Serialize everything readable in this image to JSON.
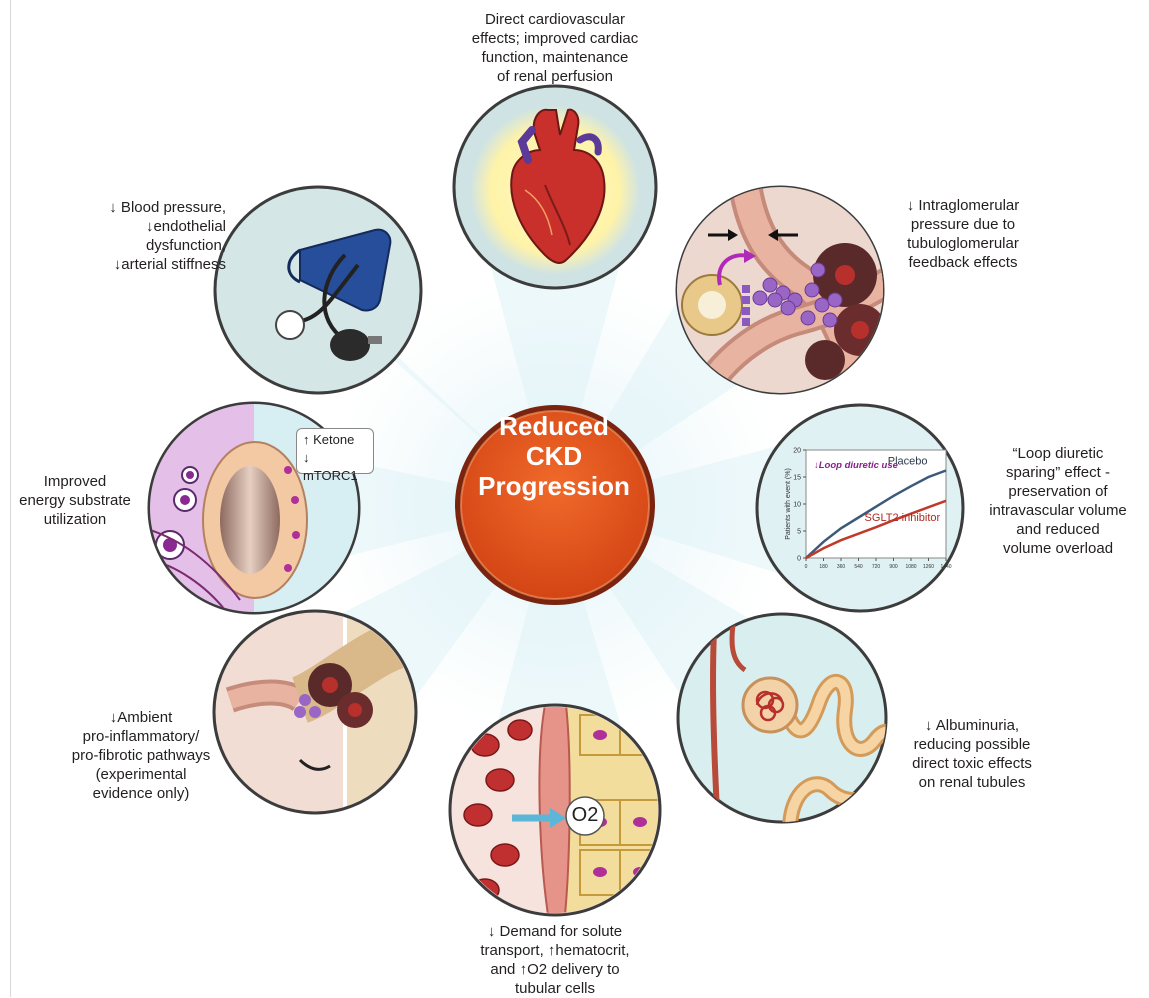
{
  "center": {
    "lines": [
      "Reduced",
      "CKD",
      "Progression"
    ]
  },
  "panels": {
    "cardiac": {
      "icon": "heart-icon",
      "caption": [
        "Direct cardiovascular",
        "effects; improved cardiac",
        "function, maintenance",
        "of renal perfusion"
      ]
    },
    "intraglomerular": {
      "icon": "glomerulus-icon",
      "caption": [
        "↓ Intraglomerular",
        "pressure due to",
        "tubuloglomerular",
        "feedback effects"
      ]
    },
    "loop": {
      "icon": "line-chart-icon",
      "caption": [
        "“Loop diuretic",
        "sparing” effect -",
        "preservation of",
        "intravascular volume",
        "and reduced",
        "volume overload"
      ]
    },
    "albuminuria": {
      "icon": "nephron-icon",
      "caption": [
        "↓ Albuminuria,",
        "reducing possible",
        "direct toxic effects",
        "on renal tubules"
      ]
    },
    "oxygen": {
      "icon": "oxygen-delivery-icon",
      "o2_label": "O2",
      "caption": [
        "↓ Demand for solute",
        "transport, ↑hematocrit,",
        "and ↑O2 delivery to",
        "tubular cells"
      ]
    },
    "inflammation": {
      "icon": "fibrosis-icon",
      "caption": [
        "↓Ambient",
        "pro-inflammatory/",
        "pro-fibrotic pathways",
        "(experimental",
        "evidence only)"
      ]
    },
    "energy": {
      "icon": "tubule-cross-section-icon",
      "bubble": [
        "↑ Ketone",
        "↓ mTORC1"
      ],
      "caption": [
        "Improved",
        "energy substrate",
        "utilization"
      ]
    },
    "blood_pressure": {
      "icon": "blood-pressure-cuff-icon",
      "caption": [
        "↓ Blood pressure,",
        "↓endothelial",
        "dysfunction,",
        "↓arterial stiffness"
      ]
    }
  },
  "chart_data": {
    "type": "line",
    "title": "",
    "ylabel": "Patients with event (%)",
    "xlabel": "",
    "annotation": "↓Loop diuretic use",
    "y_ticks": [
      "0",
      "5",
      "10",
      "15",
      "20"
    ],
    "x_ticks": [
      "0",
      "180",
      "360",
      "540",
      "720",
      "900",
      "1080",
      "1260",
      "1440"
    ],
    "ylim": [
      0,
      20
    ],
    "xlim": [
      0,
      1440
    ],
    "x": [
      0,
      180,
      360,
      540,
      720,
      900,
      1080,
      1260,
      1440
    ],
    "series": [
      {
        "name": "Placebo",
        "color": "#3d5a7a",
        "values": [
          0,
          3,
          5.5,
          7.5,
          9.5,
          11.5,
          13.3,
          15,
          16.2
        ]
      },
      {
        "name": "SGLT2 inhibitor",
        "color": "#c0392b",
        "values": [
          0,
          1.8,
          3.3,
          4.5,
          5.7,
          7,
          8.2,
          9.4,
          10.6
        ]
      }
    ]
  },
  "colors": {
    "center_fill": "#e0521e",
    "center_ring": "#8a2a10",
    "panel_ring": "#4a4a4a",
    "panel_bg": "#d8ecea",
    "arrow_blue": "#5bb6d8"
  }
}
